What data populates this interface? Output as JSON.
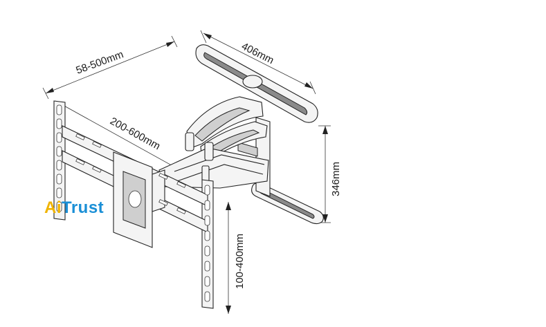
{
  "dimensions": {
    "arm_extension": "58-500mm",
    "vesa_horizontal": "200-600mm",
    "wall_plate_width": "406mm",
    "wall_plate_height": "346mm",
    "vesa_vertical": "100-400mm"
  },
  "brand": {
    "logo_text_a": "Ai",
    "logo_text_rest": "Trust",
    "colors": {
      "a": "#f0b400",
      "rest": "#1a8fd6"
    }
  }
}
